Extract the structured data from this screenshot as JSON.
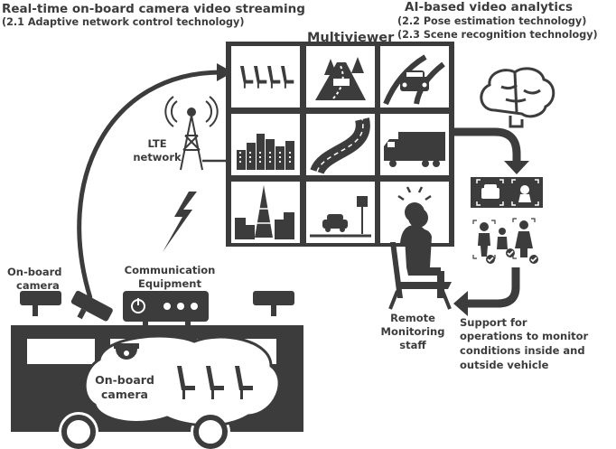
{
  "header": {
    "streaming_title": "Real-time on-board camera video streaming",
    "streaming_sub": "(2.1 Adaptive network control technology)",
    "analytics_title": "AI-based video analytics",
    "analytics_sub1": "(2.2 Pose  estimation technology)",
    "analytics_sub2": "(2.3 Scene recognition technology)"
  },
  "multiviewer": {
    "title": "Multiviewer",
    "tiles": [
      {
        "icon": "bus-seats-icon"
      },
      {
        "icon": "forest-road-icon"
      },
      {
        "icon": "car-on-road-icon"
      },
      {
        "icon": "city-skyline-icon"
      },
      {
        "icon": "curved-road-icon"
      },
      {
        "icon": "truck-icon"
      },
      {
        "icon": "tokyo-tower-skyline-icon"
      },
      {
        "icon": "parking-car-icon"
      },
      {
        "icon": "alert-person-icon"
      }
    ]
  },
  "lte": {
    "line1": "LTE",
    "line2": "network"
  },
  "comm": {
    "line1": "Communication",
    "line2": "Equipment"
  },
  "onboard_outside": {
    "line1": "On-board",
    "line2": "camera"
  },
  "onboard_inside": {
    "line1": "On-board",
    "line2": "camera"
  },
  "staff": {
    "line1": "Remote",
    "line2": "Monitoring",
    "line3": "staff"
  },
  "support": {
    "line1": "Support for",
    "line2": "operations to monitor",
    "line3": "conditions inside and",
    "line4": "outside vehicle"
  },
  "colors": {
    "ink": "#3c3c3c",
    "white": "#ffffff"
  }
}
